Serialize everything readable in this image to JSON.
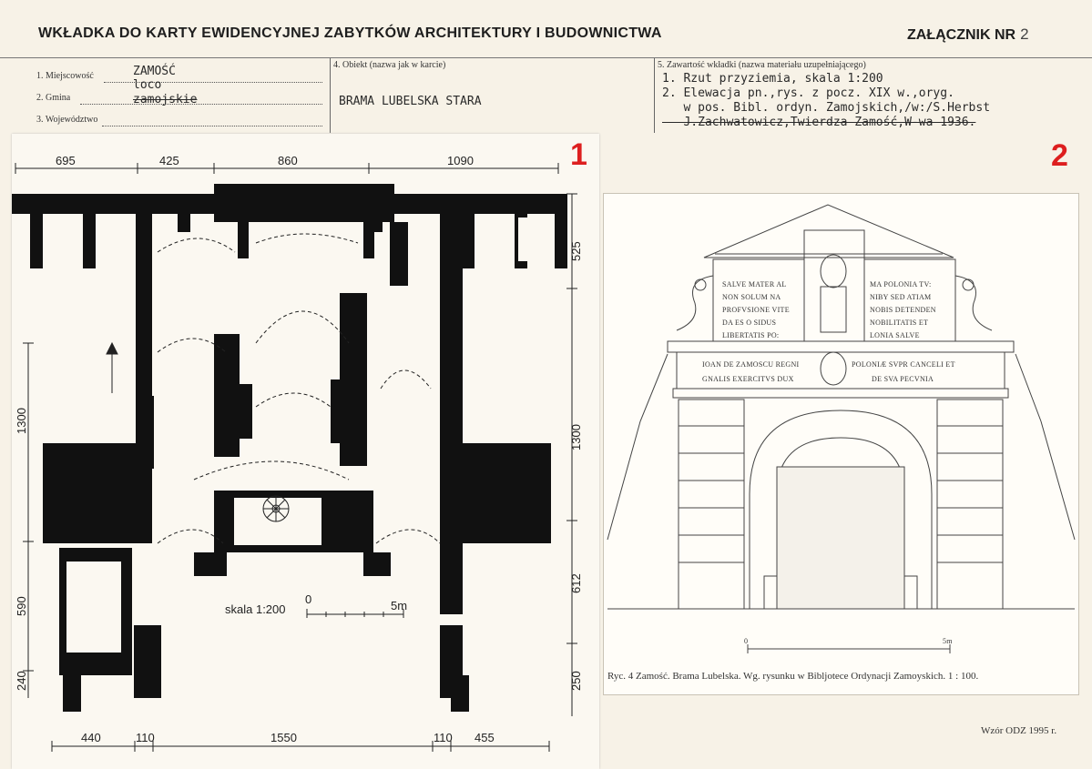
{
  "header": {
    "title": "WKŁADKA DO KARTY EWIDENCYJNEJ ZABYTKÓW ARCHITEKTURY I BUDOWNICTWA",
    "annex_label": "ZAŁĄCZNIK NR",
    "annex_number": "2"
  },
  "form": {
    "field1_label": "1. Miejscowość",
    "field1_value": "ZAMOŚĆ",
    "field1_extra": "loco",
    "field2_label": "2. Gmina",
    "field2_value": "zamojskie",
    "field3_label": "3. Województwo",
    "field4_label": "4. Obiekt  (nazwa jak w karcie)",
    "field4_value": "BRAMA LUBELSKA STARA",
    "field5_label": "5. Zawartość wkładki  (nazwa materiału uzupełniającego)",
    "field5_lines": [
      "1. Rzut przyziemia, skala 1:200",
      "2. Elewacja pn.,rys. z pocz. XIX w.,oryg.",
      "   w pos. Bibl. ordyn. Zamojskich,/w:/S.Herbst",
      "   J.Zachwatowicz,Twierdza Zamość,W-wa 1936."
    ]
  },
  "plan": {
    "number": "1",
    "top_dims": [
      "695",
      "425",
      "860",
      "1090"
    ],
    "bottom_dims": [
      "440",
      "110",
      "1550",
      "110",
      "455"
    ],
    "left_dims": [
      "1300",
      "590",
      "240"
    ],
    "right_dims": [
      "525",
      "1300",
      "612",
      "250"
    ],
    "scale_label": "skala 1:200",
    "scale_start": "0",
    "scale_end": "5m"
  },
  "elevation": {
    "number": "2",
    "inscription_left": [
      "SALVE MATER AL",
      "NON SOLUM NA",
      "PROFVSIONE VITE",
      "DA ES O SIDUS",
      "LIBERTATIS PO:"
    ],
    "inscription_right": [
      "MA POLONIA TV:",
      "NIBY SED ATIAM",
      "NOBIS DETENDEN",
      "NOBILITATIS ET",
      "LONIA SALVE"
    ],
    "frieze_left": [
      "IOAN DE ZAMOSCU REGNI",
      "GNALIS EXERCITVS DUX"
    ],
    "frieze_right": [
      "POLONIÆ SVPR CANCELI ET",
      "DE SVA PECVNIA"
    ],
    "scale_start": "0",
    "scale_end": "5m",
    "caption": "Ryc. 4   Zamość. Brama Lubelska. Wg. rysunku w Bibljotece Ordynacji Zamoyskich. 1 : 100."
  },
  "footer": {
    "form_model": "Wzór ODZ 1995 r."
  }
}
